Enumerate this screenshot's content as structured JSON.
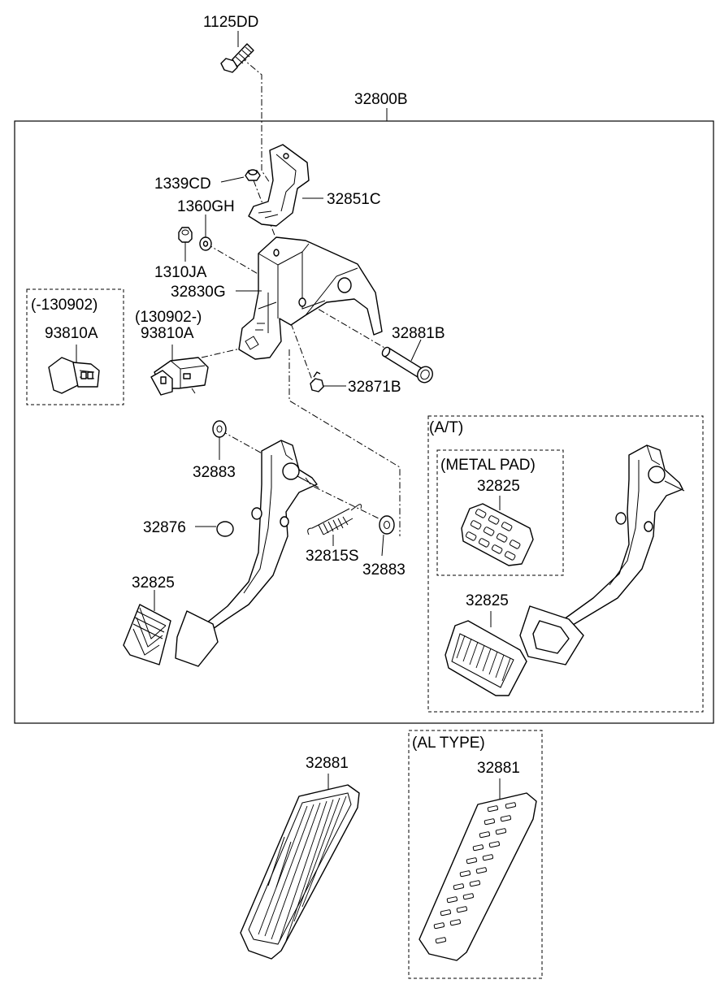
{
  "labels": {
    "bolt_1125DD": "1125DD",
    "assembly_32800B": "32800B",
    "nut_1339CD": "1339CD",
    "bracket_32851C": "32851C",
    "washer_1360GH": "1360GH",
    "nut_1310JA": "1310JA",
    "bracket_32830G": "32830G",
    "switch_old_93810A": "93810A",
    "switch_new_93810A": "93810A",
    "pin_32881B": "32881B",
    "bolt_32871B": "32871B",
    "bushing_32883_top": "32883",
    "stopper_32876": "32876",
    "spring_32815S": "32815S",
    "bushing_32883_bottom": "32883",
    "pad_32825_left": "32825",
    "pad_32825_metal": "32825",
    "pad_32825_at": "32825",
    "accel_pedal_32881": "32881",
    "accel_pedal_al_32881": "32881"
  },
  "groups": {
    "old_switch": "(-130902)",
    "new_switch": "(130902-)",
    "auto_trans": "(A/T)",
    "metal_pad": "(METAL PAD)",
    "al_type": "(AL TYPE)"
  }
}
